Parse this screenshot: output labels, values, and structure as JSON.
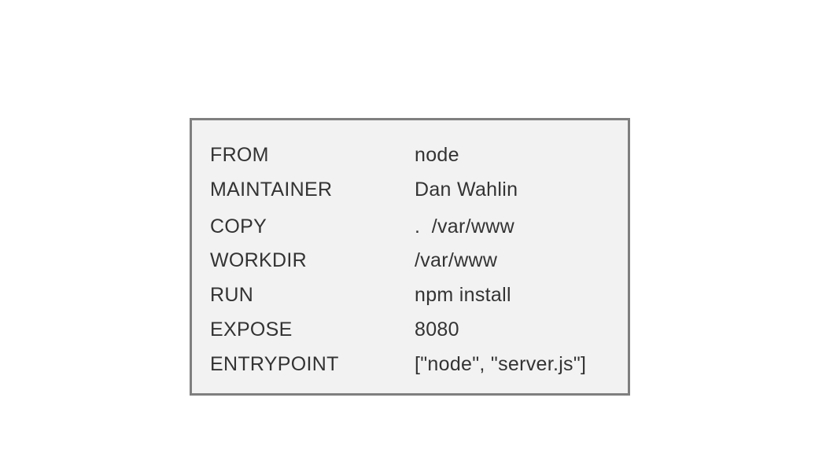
{
  "dockerfile": {
    "lines": [
      {
        "instruction": "FROM",
        "argument": "node"
      },
      {
        "instruction": "MAINTAINER",
        "argument": "Dan Wahlin"
      },
      {
        "instruction": "COPY",
        "argument": ".  /var/www"
      },
      {
        "instruction": "WORKDIR",
        "argument": "/var/www"
      },
      {
        "instruction": "RUN",
        "argument": "npm install"
      },
      {
        "instruction": "EXPOSE",
        "argument": "8080"
      },
      {
        "instruction": "ENTRYPOINT",
        "argument": "[\"node\", \"server.js\"]"
      }
    ]
  },
  "colors": {
    "box_background": "#f2f2f2",
    "box_border": "#7f7f7f",
    "text": "#333333"
  }
}
